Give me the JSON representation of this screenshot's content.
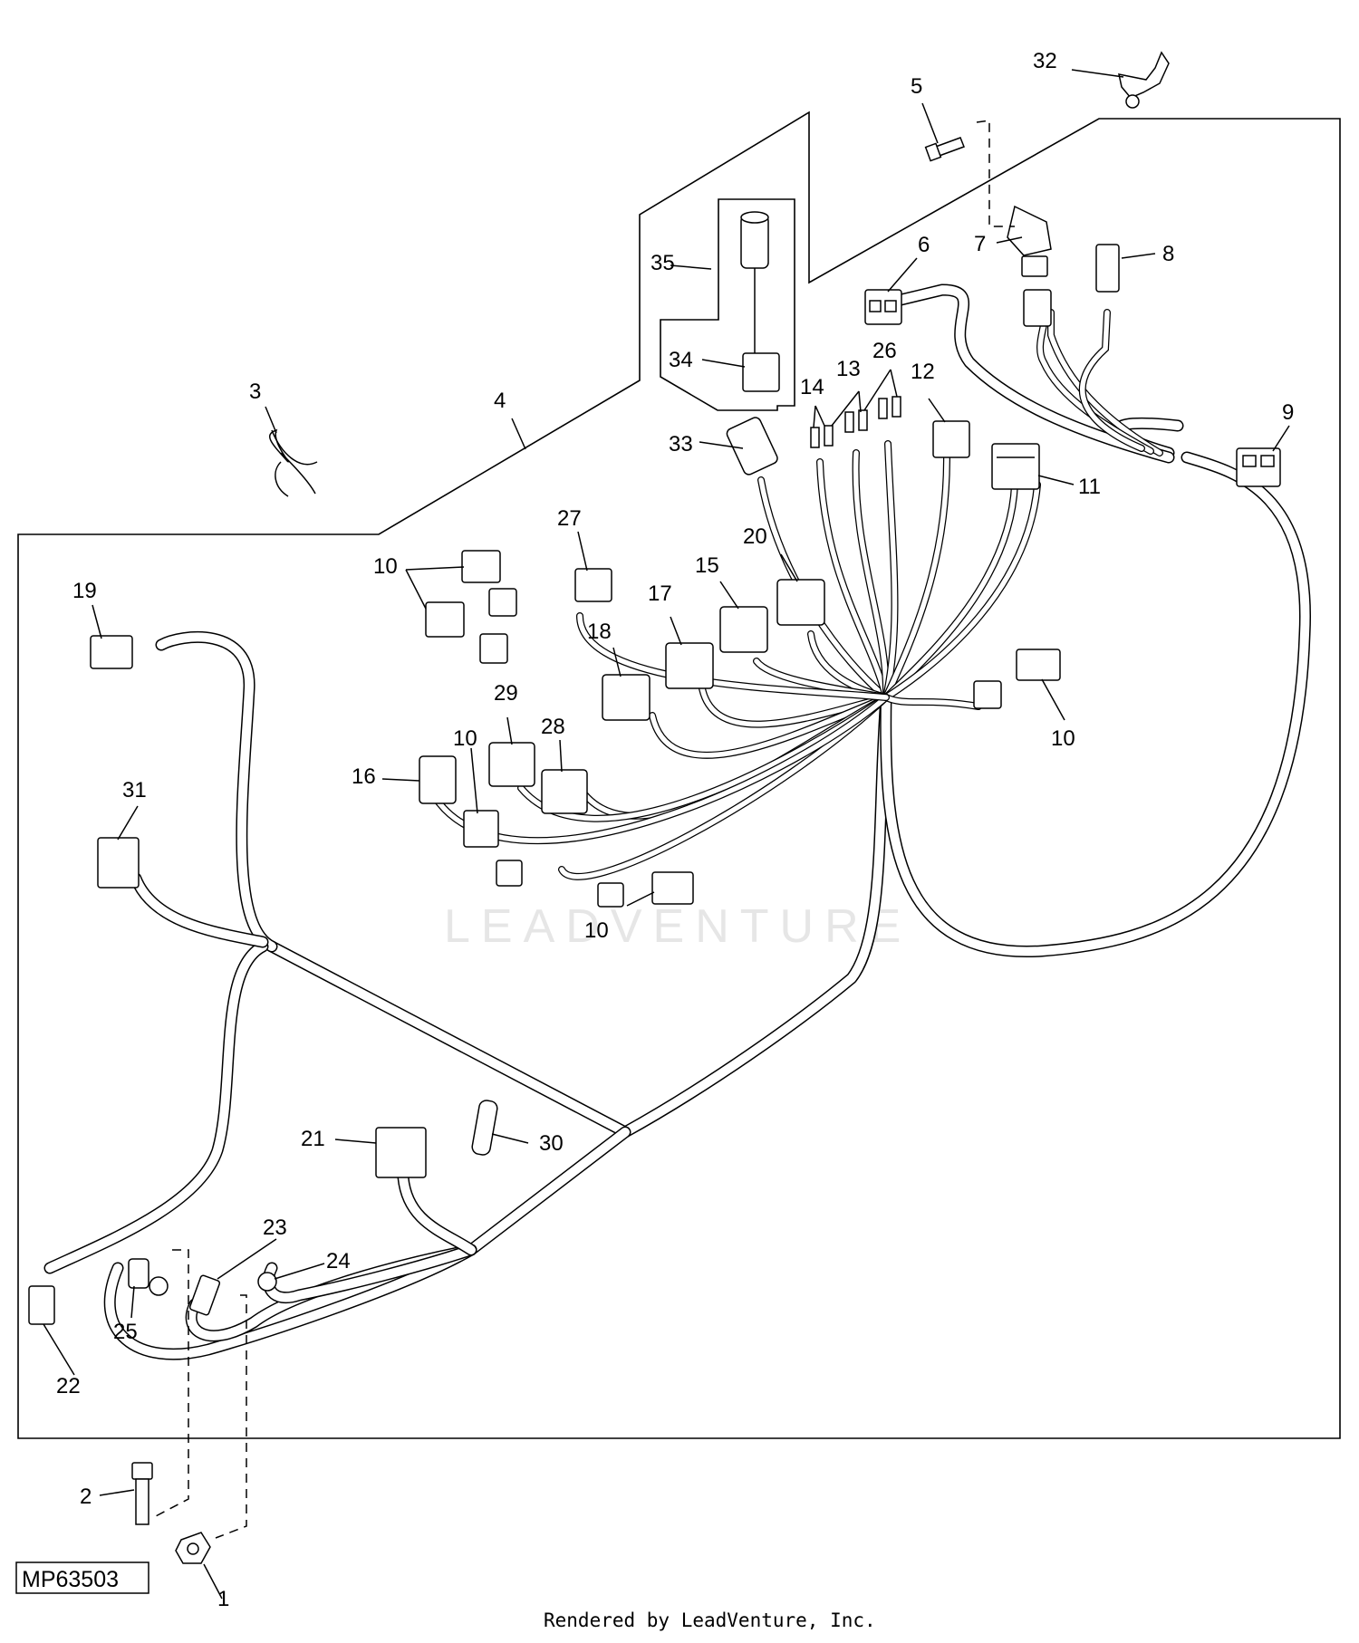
{
  "figure_id": "MP63503",
  "credit": "Rendered by LeadVenture, Inc.",
  "watermark": "LEADVENTURE",
  "callouts": [
    "1",
    "2",
    "3",
    "4",
    "5",
    "6",
    "7",
    "8",
    "9",
    "10",
    "11",
    "12",
    "13",
    "14",
    "15",
    "16",
    "17",
    "18",
    "19",
    "20",
    "21",
    "22",
    "23",
    "24",
    "25",
    "26",
    "27",
    "28",
    "29",
    "30",
    "31",
    "32",
    "33",
    "34",
    "35"
  ]
}
